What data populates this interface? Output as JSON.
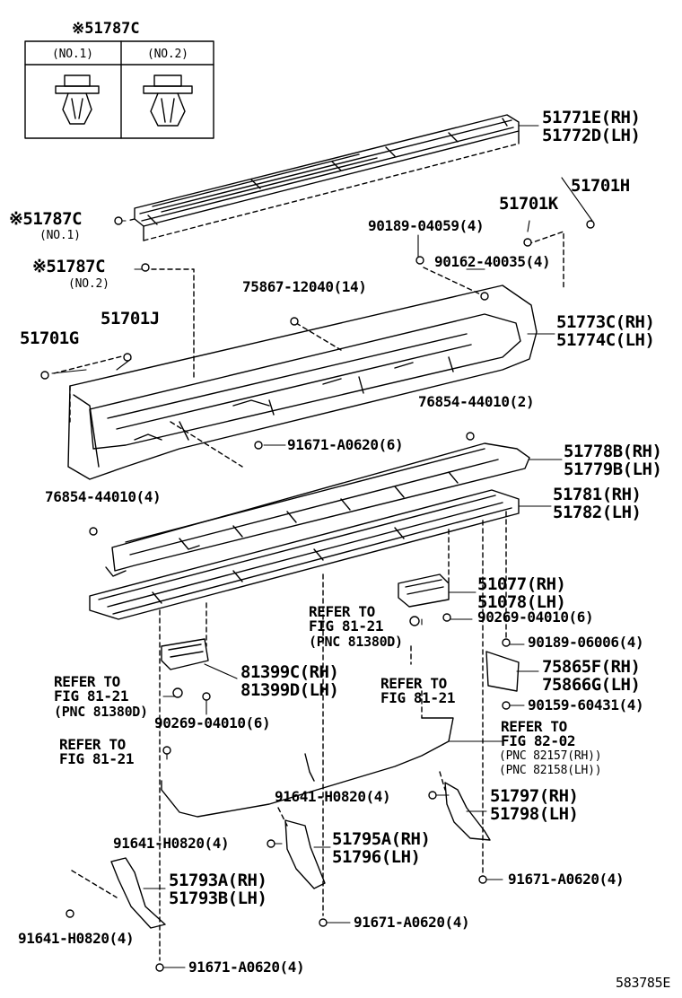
{
  "inset": {
    "title": "※51787C",
    "col1": "(NO.1)",
    "col2": "(NO.2)"
  },
  "labels": {
    "l51771E": "51771E(RH)",
    "l51772D": "51772D(LH)",
    "l51787C_1": "※51787C",
    "l51787C_1s": "(NO.1)",
    "l51787C_2": "※51787C",
    "l51787C_2s": "(NO.2)",
    "l51701H": "51701H",
    "l51701K": "51701K",
    "l90189_04059": "90189-04059(4)",
    "l90162_40035": "90162-40035(4)",
    "l75867": "75867-12040(14)",
    "l51701J": "51701J",
    "l51701G": "51701G",
    "l51773C": "51773C(RH)",
    "l51774C": "51774C(LH)",
    "l76854_top": "76854-44010(2)",
    "l91671_A0620_6": "91671-A0620(6)",
    "l51778B": "51778B(RH)",
    "l51779B": "51779B(LH)",
    "l76854_left": "76854-44010(4)",
    "l51781": "51781(RH)",
    "l51782": "51782(LH)",
    "l51077": "51077(RH)",
    "l51078": "51078(LH)",
    "ref1a": "REFER TO",
    "ref1b": "FIG 81-21",
    "ref1c": "(PNC 81380D)",
    "l90269_r": "90269-04010(6)",
    "l90189_06006": "90189-06006(4)",
    "l81399C": "81399C(RH)",
    "l81399D": "81399D(LH)",
    "ref2a": "REFER TO",
    "ref2b": "FIG 81-21",
    "l75865F": "75865F(RH)",
    "l75866G": "75866G(LH)",
    "ref3a": "REFER TO",
    "ref3b": "FIG 81-21",
    "ref3c": "(PNC 81380D)",
    "l90159": "90159-60431(4)",
    "l90269_l": "90269-04010(6)",
    "ref4a": "REFER TO",
    "ref4b": "FIG 82-02",
    "ref4c": "(PNC 82157(RH))",
    "ref4d": "(PNC 82158(LH))",
    "ref5a": "REFER TO",
    "ref5b": "FIG 81-21",
    "l91641_a": "91641-H0820(4)",
    "l51797": "51797(RH)",
    "l51798": "51798(LH)",
    "l91641_b": "91641-H0820(4)",
    "l51795A": "51795A(RH)",
    "l51796": "51796(LH)",
    "l91671_r": "91671-A0620(4)",
    "l51793A": "51793A(RH)",
    "l51793B": "51793B(LH)",
    "l91641_c": "91641-H0820(4)",
    "l91671_m": "91671-A0620(4)",
    "l91671_b": "91671-A0620(4)",
    "code": "583785E"
  }
}
